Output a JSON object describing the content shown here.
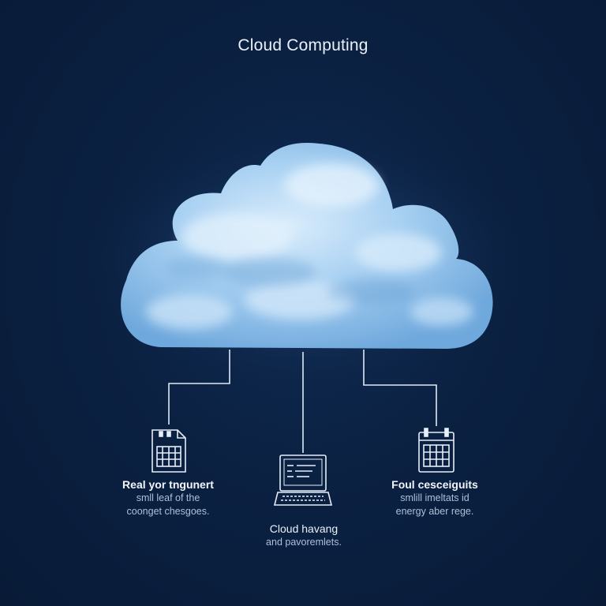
{
  "title": "Cloud Computing",
  "nodes": [
    {
      "heading": "Real yor tngunert",
      "lines": [
        "smll leaf of the",
        "coonget chesgoes."
      ]
    },
    {
      "heading": "Cloud havang",
      "lines": [
        "and pavoremlets."
      ]
    },
    {
      "heading": "Foul cesceiguits",
      "lines": [
        "smlill imeltats id",
        "energy aber rege."
      ]
    }
  ],
  "icons": {
    "cloud": "cloud-icon",
    "left": "document-spreadsheet-icon",
    "center": "laptop-icon",
    "right": "calendar-icon"
  },
  "colors": {
    "background": "#0b2142",
    "cloud": "#a8d0f2",
    "lines": "#dfe9f6",
    "title": "#e9f0fa"
  }
}
